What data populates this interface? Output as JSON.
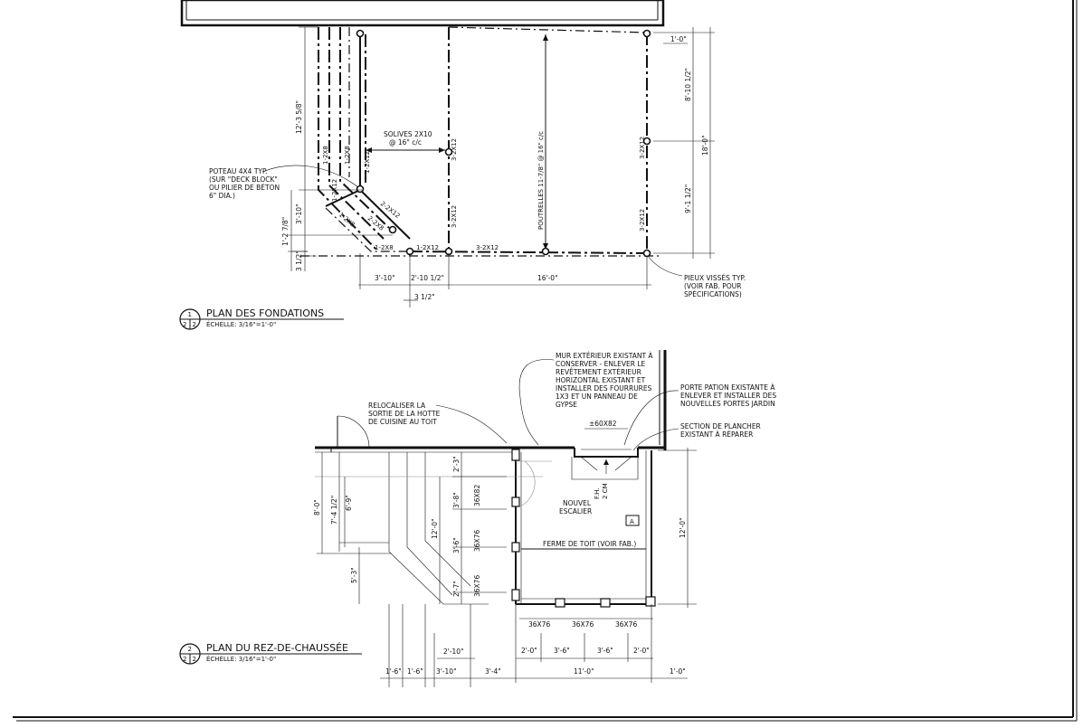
{
  "foundation_plan": {
    "title": "PLAN DES FONDATIONS",
    "scale": "ÉCHELLE: 3/16\"=1'-0\"",
    "sheet_ref": {
      "top": "1",
      "bottom_left": "2",
      "bottom_right": "2"
    },
    "notes": {
      "solives": [
        "SOLIVES 2X10",
        "@ 16\" c/c"
      ],
      "poteau": [
        "POTEAU 4X4 TYP.",
        "(SUR \"DECK BLOCK\"",
        "OU PILIER DE BÉTON",
        "6\" DIA.)"
      ],
      "pieux": [
        "PIEUX VISSÉS TYP.",
        "(VOIR FAB. POUR",
        "SPÉCIFICATIONS)"
      ],
      "poutrelles": "POUTRELLES 11-7/8\" @ 16\" c/c"
    },
    "members": {
      "m1": "1-2X8",
      "m2": "1-2X8",
      "m3": "1-2X12",
      "m4": "2-2X12",
      "m5": "1-2X12",
      "m6": "1-2X8",
      "m7": "2-2X8",
      "m8": "1-2X8",
      "m9": "1-2X12",
      "m10": "3-2X12",
      "m11": "3-2X12",
      "m12": "3-2X12",
      "m13": "3-2X12",
      "m14": "3-2X12"
    },
    "dims": {
      "d_12_3": "12'-3 5/8\"",
      "d_3_10v": "3'-10\"",
      "d_1_2": "1'-2 7/8\"",
      "d_3_half_v": "3 1/2\"",
      "d_3_10h": "3'-10\"",
      "d_2_10": "2'-10 1/2\"",
      "d_16": "16'-0\"",
      "d_3_half_h": "3 1/2\"",
      "d_1_0": "1'-0\"",
      "d_8_10": "8'-10 1/2\"",
      "d_9_1": "9'-1 1/2\"",
      "d_18": "18'-0\""
    }
  },
  "ground_plan": {
    "title": "PLAN DU REZ-DE-CHAUSSÉE",
    "scale": "ÉCHELLE: 3/16\"=1'-0\"",
    "sheet_ref": {
      "top": "2",
      "bottom_left": "2",
      "bottom_right": "2"
    },
    "notes": {
      "relocaliser": [
        "RELOCALISER LA",
        "SORTIE DE LA HOTTE",
        "DE CUISINE AU TOIT"
      ],
      "mur": [
        "MUR EXTÉRIEUR EXISTANT À",
        "CONSERVER - ENLEVER LE",
        "REVÊTEMENT EXTÉRIEUR",
        "HORIZONTAL EXISTANT ET",
        "INSTALLER DES FOURRURES",
        "1X3 ET UN PANNEAU DE",
        "GYPSE"
      ],
      "porte": [
        "PORTE PATION EXISTANTE À",
        "ENLEVER ET INSTALLER DES",
        "NOUVELLES PORTES JARDIN"
      ],
      "section": [
        "SECTION DE PLANCHER",
        "EXISTANT À RÉPARER"
      ],
      "escalier": [
        "NOUVEL",
        "ESCALIER"
      ],
      "ferme": "FERME DE TOIT (VOIR FAB.)",
      "door_size": "±60X82",
      "fh": [
        "F.H.",
        "2 CM"
      ],
      "tag": "A"
    },
    "windows": {
      "w1": "36X82",
      "w2": "36X76",
      "w3": "36X76",
      "b1": "36X76",
      "b2": "36X76",
      "b3": "36X76"
    },
    "dims": {
      "d_8_0": "8'-0\"",
      "d_7_4": "7'-4 1/2\"",
      "d_6_9": "6'-9\"",
      "d_5_3": "5'-3\"",
      "d_12_0v": "12'-0\"",
      "d_2_3": "2'-3\"",
      "d_3_8": "3'-8\"",
      "d_3_6v": "3'-6\"",
      "d_2_7": "2'-7\"",
      "d_12_0r": "12'-0\"",
      "b_2_0a": "2'-0\"",
      "b_3_6a": "3'-6\"",
      "b_3_6b": "3'-6\"",
      "b_2_0b": "2'-0\"",
      "d_2_10": "2'-10\"",
      "d_1_6a": "1'-6\"",
      "d_1_6b": "1'-6\"",
      "d_3_10": "3'-10\"",
      "d_3_4": "3'-4\"",
      "d_11_0": "11'-0\"",
      "d_1_0": "1'-0\""
    }
  }
}
